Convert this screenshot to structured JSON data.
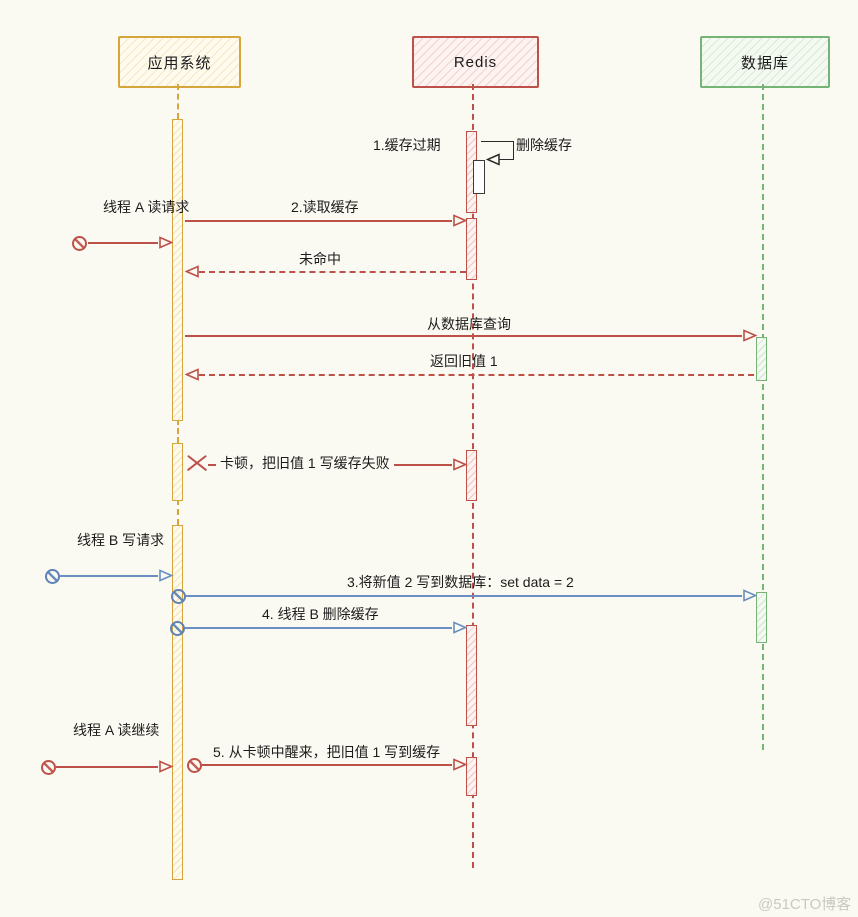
{
  "diagram": {
    "title_hint": "redis-cache-inconsistency-sequence-diagram",
    "actors": [
      {
        "id": "app",
        "label": "应用系统",
        "color": "#d6a63c"
      },
      {
        "id": "redis",
        "label": "Redis",
        "color": "#bd5149"
      },
      {
        "id": "db",
        "label": "数据库",
        "color": "#76b376"
      }
    ],
    "labels": {
      "step1_cache_expire": "1.缓存过期",
      "delete_cache": "删除缓存",
      "thread_a_read": "线程 A 读请求",
      "read_cache": "2.读取缓存",
      "cache_miss": "未命中",
      "query_db": "从数据库查询",
      "return_old_value": "返回旧值 1",
      "stall_write_fail": "卡顿，把旧值 1 写缓存失败",
      "thread_b_write": "线程 B 写请求",
      "write_new_value_db": "3.将新值 2 写到数据库：set data = 2",
      "thread_b_delete_cache": "4. 线程 B 删除缓存",
      "thread_a_read_resume": "线程 A 读继续",
      "wake_write_old_value": "5. 从卡顿中醒来，把旧值 1 写到缓存"
    },
    "colors": {
      "app_yellow": "#d6a63c",
      "redis_red": "#bd5149",
      "db_green": "#76b376",
      "thread_b_blue": "#6a8fc0",
      "self_message_black": "#2b2b2b",
      "background": "#fbfaf2"
    },
    "watermark": "@51CTO博客"
  }
}
